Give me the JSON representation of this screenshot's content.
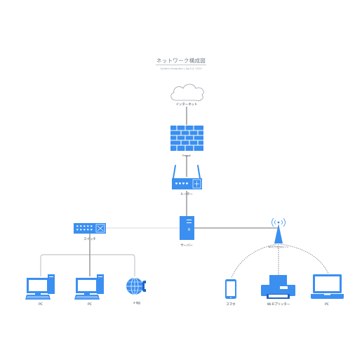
{
  "header": {
    "title": "ネットワーク構成図",
    "subtitle": "System Integrator  |  April 4, 2023"
  },
  "colors": {
    "device": "#3b8ff0",
    "device_dark": "#1f63c6",
    "line": "#3b3f44",
    "line_light": "#c9ced3",
    "dotted": "#5a5f66"
  },
  "nodes": {
    "internet": {
      "label": "インターネット",
      "icon": "cloud-icon"
    },
    "firewall": {
      "label": "Firewall",
      "icon": "firewall-icon"
    },
    "router": {
      "label": "ルーター",
      "icon": "router-icon"
    },
    "server": {
      "label": "サーバー",
      "icon": "server-icon"
    },
    "switch": {
      "label": "スイッチ",
      "icon": "switch-icon"
    },
    "access_point": {
      "label": "Wi-Fiアクセスポイント",
      "icon": "antenna-icon"
    },
    "pc1": {
      "label": "PC",
      "icon": "desktop-pc-icon"
    },
    "pc2": {
      "label": "PC",
      "icon": "desktop-pc-icon"
    },
    "ip_phone": {
      "label": "IP 電話",
      "icon": "ip-phone-icon"
    },
    "smartphone": {
      "label": "スマホ",
      "icon": "smartphone-icon"
    },
    "printer": {
      "label": "Wi-Fiプリンター",
      "icon": "printer-icon"
    },
    "laptop": {
      "label": "PC",
      "icon": "laptop-icon"
    }
  }
}
